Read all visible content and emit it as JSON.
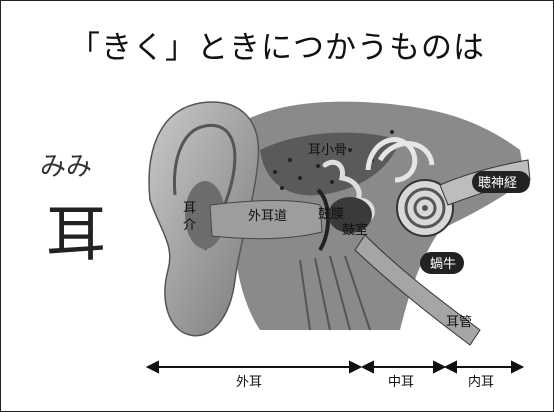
{
  "title": "「きく」ときにつかうものは",
  "reading": "みみ",
  "kanji": "耳",
  "labels": {
    "auricle": "耳介",
    "outer_canal": "外耳道",
    "ossicles": "耳小骨",
    "eardrum": "鼓膜",
    "tympanic_cavity": "鼓室",
    "auditory_nerve": "聴神経",
    "cochlea": "蝸牛",
    "eustachian_tube": "耳管"
  },
  "regions": {
    "outer": "外耳",
    "middle": "中耳",
    "inner": "内耳"
  }
}
